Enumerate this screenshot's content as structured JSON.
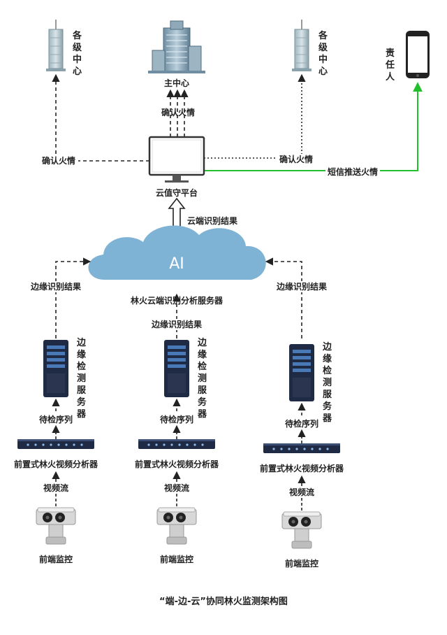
{
  "top": {
    "left_center": [
      "各",
      "级",
      "中",
      "心"
    ],
    "right_center": [
      "各",
      "级",
      "中",
      "心"
    ],
    "main_center": "主中心",
    "responsible": [
      "责",
      "任",
      "人"
    ],
    "confirm_mid": "确认火情",
    "confirm_left": "确认火情",
    "confirm_right": "确认火情",
    "sms_push": "短信推送火情",
    "platform": "云值守平台",
    "cloud_result": "云端识别结果"
  },
  "cloud": {
    "ai": "AI",
    "server": "林火云端识别分析服务器"
  },
  "columns": [
    {
      "edge_result": "边缘识别结果",
      "edge_server": [
        "边",
        "缘",
        "检",
        "测",
        "服",
        "务",
        "器"
      ],
      "queue": "待检序列",
      "analyzer": "前置式林火视频分析器",
      "stream": "视频流",
      "camera": "前端监控"
    },
    {
      "edge_result": "边缘识别结果",
      "edge_server": [
        "边",
        "缘",
        "检",
        "测",
        "服",
        "务",
        "器"
      ],
      "queue": "待检序列",
      "analyzer": "前置式林火视频分析器",
      "stream": "视频流",
      "camera": "前端监控"
    },
    {
      "edge_result": "边缘识别结果",
      "edge_server": [
        "边",
        "缘",
        "检",
        "测",
        "服",
        "务",
        "器"
      ],
      "queue": "待检序列",
      "analyzer": "前置式林火视频分析器",
      "stream": "视频流",
      "camera": "前端监控"
    }
  ],
  "caption": "“端-边-云”协同林火监测架构图",
  "colors": {
    "cloud": "#7fb3d5",
    "sms_line": "#22c02c",
    "device": "#1f2a44"
  }
}
